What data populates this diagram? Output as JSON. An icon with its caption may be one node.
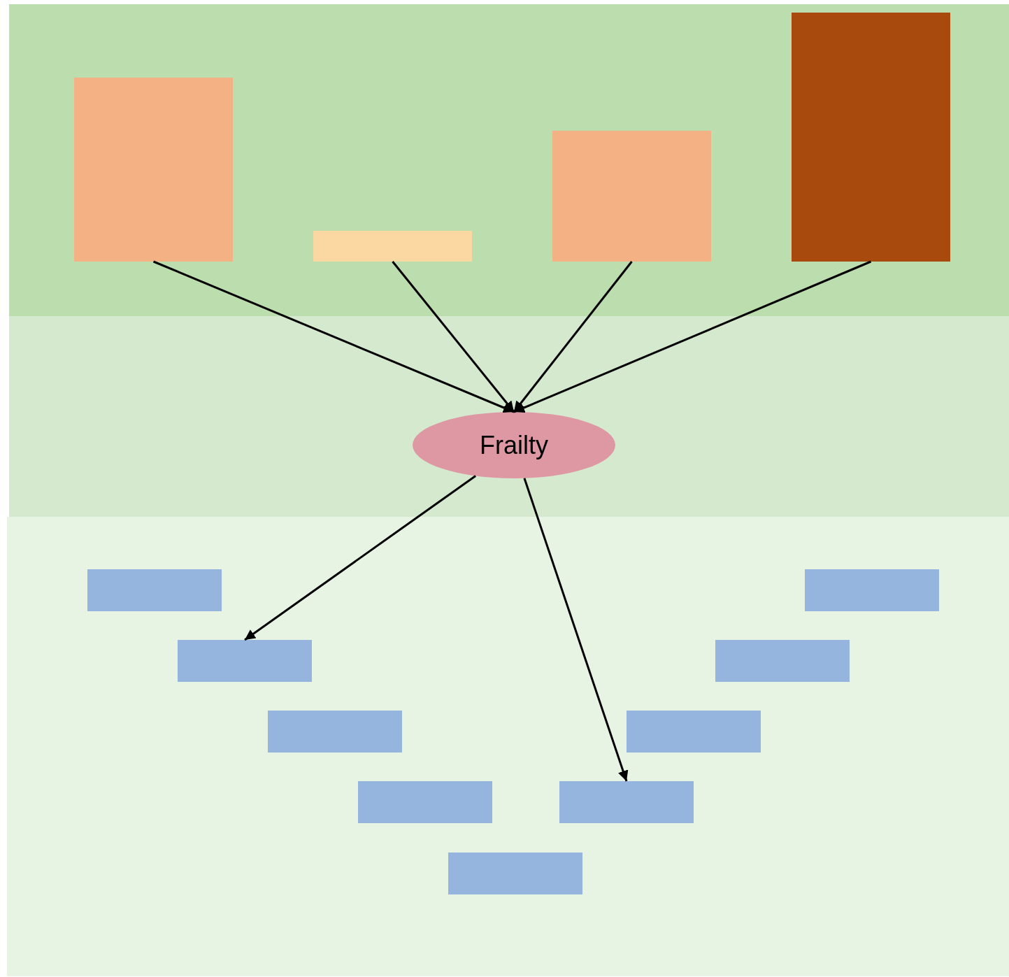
{
  "diagram": {
    "nodes": [
      {
        "text": [],
        "shape": "box"
      },
      {
        "text": [],
        "shape": "box"
      },
      {
        "text": [],
        "shape": "box"
      },
      {
        "text": [],
        "shape": "box"
      },
      {
        "text": [
          "Frailty"
        ]
      },
      {
        "text": [],
        "shape": "box"
      },
      {
        "text": [],
        "shape": "box"
      },
      {
        "text": [],
        "shape": "box"
      },
      {
        "text": [],
        "shape": "box"
      },
      {
        "text": [],
        "shape": "box"
      },
      {
        "text": [],
        "shape": "box"
      },
      {
        "text": [],
        "shape": "box"
      },
      {
        "text": [],
        "shape": "box"
      },
      {
        "text": [],
        "shape": "box"
      }
    ],
    "edges": [
      {
        "from": 0,
        "to": 4,
        "arrow": "to"
      },
      {
        "from": 1,
        "to": 4,
        "arrow": "to"
      },
      {
        "from": 2,
        "to": 4,
        "arrow": "to"
      },
      {
        "from": 3,
        "to": 4,
        "arrow": "to"
      },
      {
        "from": 4,
        "to": 7,
        "arrow": "to"
      },
      {
        "from": 4,
        "to": 12,
        "arrow": "to"
      }
    ]
  }
}
